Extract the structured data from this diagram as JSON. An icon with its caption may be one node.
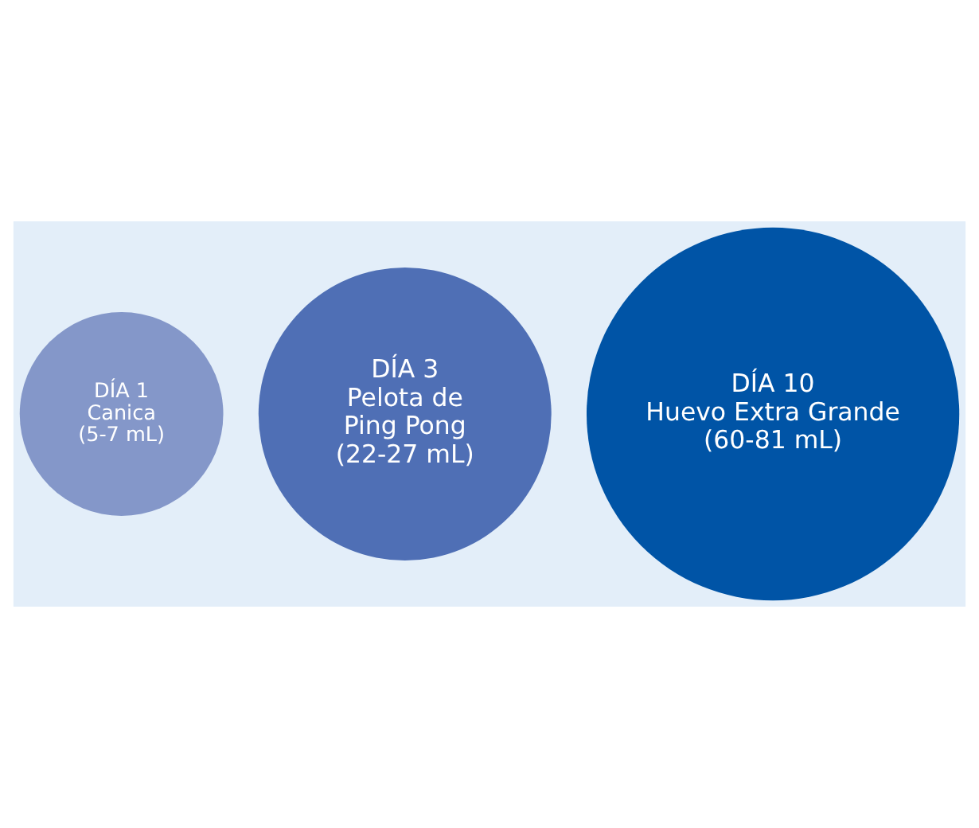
{
  "diagram": {
    "nodes": [
      {
        "text": [
          "DÍA 1",
          "Canica",
          "(5-7 mL)"
        ]
      },
      {
        "text": [
          "DÍA 3",
          "Pelota de Ping Pong",
          "(22-27 mL)"
        ]
      },
      {
        "text": [
          "DÍA 10",
          "Huevo Extra Grande",
          "(60-81 mL)"
        ]
      }
    ],
    "edges": []
  }
}
